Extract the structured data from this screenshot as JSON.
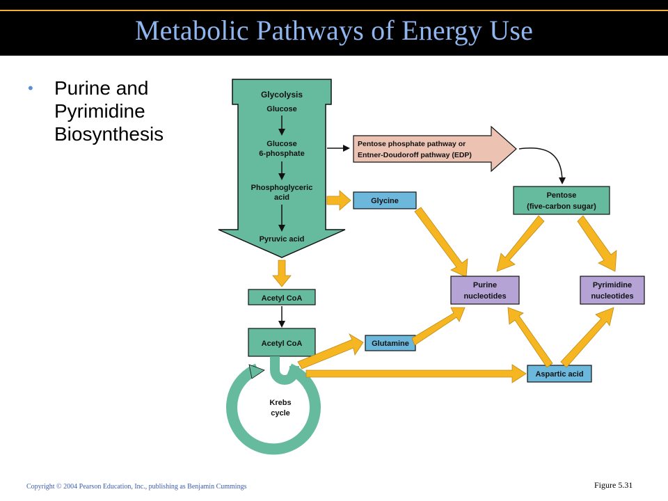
{
  "slide": {
    "title": "Metabolic Pathways of Energy Use",
    "bullet": "Purine and Pyrimidine Biosynthesis",
    "copyright": "Copyright © 2004 Pearson Education, Inc., publishing as Benjamin Cummings",
    "figure_label": "Figure 5.31"
  },
  "diagram": {
    "glycolysis": {
      "header": "Glycolysis",
      "steps": [
        "Glucose",
        "Glucose",
        "6-phosphate",
        "Phosphoglyceric",
        "acid",
        "Pyruvic acid"
      ]
    },
    "acetyl_coa_1": "Acetyl CoA",
    "acetyl_coa_2": "Acetyl CoA",
    "krebs": [
      "Krebs",
      "cycle"
    ],
    "pentose_pathway": [
      "Pentose phosphate pathway or",
      "Entner-Doudoroff pathway (EDP)"
    ],
    "glycine": "Glycine",
    "pentose": [
      "Pentose",
      "(five-carbon sugar)"
    ],
    "purine": [
      "Purine",
      "nucleotides"
    ],
    "pyrimidine": [
      "Pyrimidine",
      "nucleotides"
    ],
    "glutamine": "Glutamine",
    "aspartic": "Aspartic acid"
  },
  "colors": {
    "green": "#66bb9f",
    "blue_box": "#6bb8dc",
    "purple_box": "#b5a3d6",
    "salmon": "#ecc2b2",
    "orange_arrow": "#f5b622",
    "title_blue": "#8fb6ee"
  }
}
